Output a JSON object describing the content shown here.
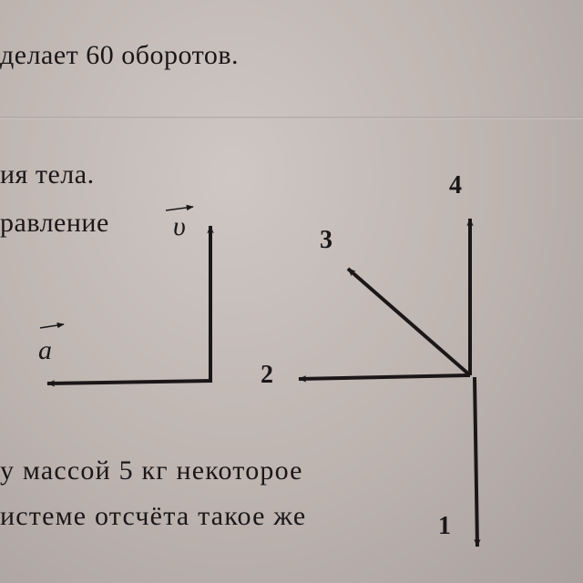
{
  "text": {
    "line1": "делает 60 оборотов.",
    "line2": "ия  тела.",
    "line3": "равление",
    "line4": "у  массой  5  кг  некоторое",
    "line5": "истеме  отсчёта  такое  же"
  },
  "figure_left": {
    "v_label": "υ",
    "a_label": "a"
  },
  "figure_right": {
    "labels": [
      "4",
      "3",
      "2",
      "1"
    ]
  }
}
